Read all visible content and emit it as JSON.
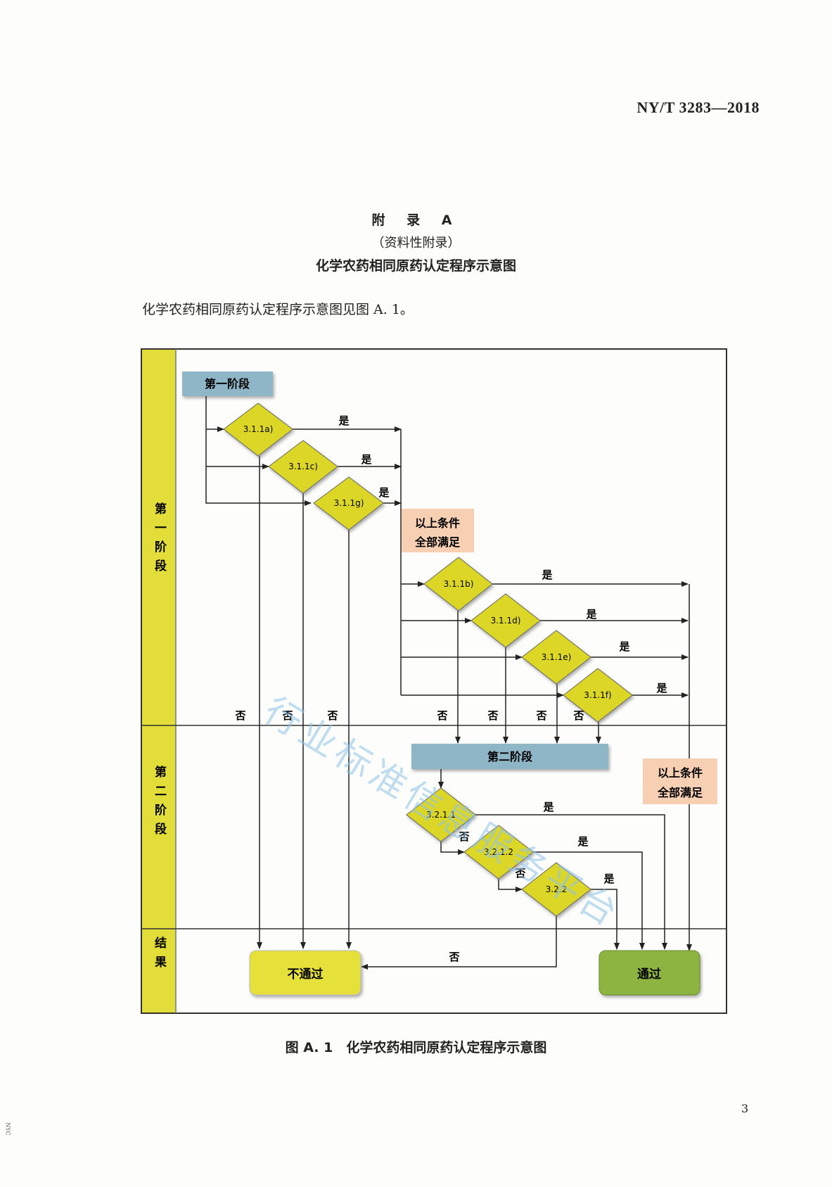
{
  "header": {
    "standard_code": "NY/T 3283—2018"
  },
  "appendix": {
    "title": "附 录 A",
    "subtitle": "（资料性附录）",
    "heading": "化学农药相同原药认定程序示意图"
  },
  "intro_text": "化学农药相同原药认定程序示意图见图 A. 1。",
  "flowchart": {
    "lanes": {
      "stage1": "第一阶段",
      "stage2": "第二阶段",
      "result": "结果"
    },
    "stage1_box": "第一阶段",
    "stage2_box": "第二阶段",
    "all_met_line1": "以上条件",
    "all_met_line2": "全部满足",
    "decisions": {
      "d_3_1_1a": "3.1.1a)",
      "d_3_1_1c": "3.1.1c)",
      "d_3_1_1g": "3.1.1g)",
      "d_3_1_1b": "3.1.1b)",
      "d_3_1_1d": "3.1.1d)",
      "d_3_1_1e": "3.1.1e)",
      "d_3_1_1f": "3.1.1f)",
      "d_3_2_1_1": "3.2.1.1",
      "d_3_2_1_2": "3.2.1.2",
      "d_3_2_2": "3.2.2"
    },
    "yes": "是",
    "no": "否",
    "fail": "不通过",
    "pass": "通过",
    "watermark": "行业标准信息服务平台"
  },
  "caption": "图 A. 1　化学农药相同原药认定程序示意图",
  "page_number": "3",
  "margin_mark": "NYC",
  "colors": {
    "lane": "#e3dd3a",
    "diamond": "#dcd727",
    "stage_box": "#8fb6c7",
    "note_box": "#f7cfb3",
    "fail_box": "#e6e03a",
    "pass_box": "#8db33f",
    "watermark": "#8fc3e8"
  }
}
